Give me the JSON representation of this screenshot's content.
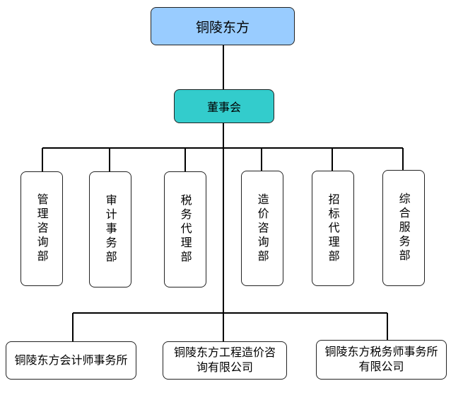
{
  "org": {
    "root": "铜陵东方",
    "board": "董事会",
    "departments": [
      "管理咨询部",
      "审计事务部",
      "税务代理部",
      "造价咨询部",
      "招标代理部",
      "综合服务部"
    ],
    "subsidiaries": [
      "铜陵东方会计师事务所",
      "铜陵东方工程造价咨询有限公司",
      "铜陵东方税务师事务所有限公司"
    ]
  }
}
